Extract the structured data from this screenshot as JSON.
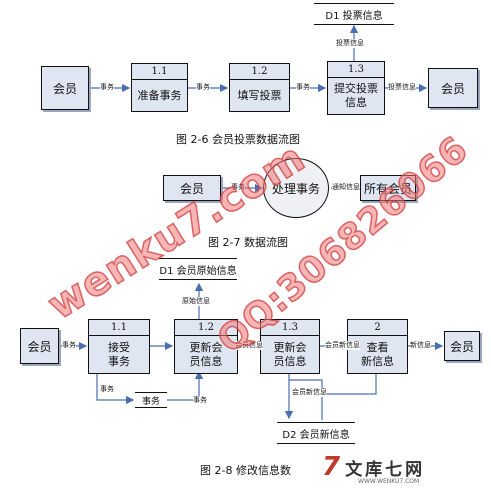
{
  "fig26": {
    "caption": "图 2-6  会员投票数据流图",
    "member_left": "会员",
    "member_right": "会员",
    "p1": {
      "num": "1.1",
      "name": "准备事务"
    },
    "p2": {
      "num": "1.2",
      "name": "填写投票"
    },
    "p3": {
      "num": "1.3",
      "name": "提交投票\n信息"
    },
    "store": "D1 投票信息",
    "flows": {
      "a": "事务",
      "b": "事务",
      "c": "事务",
      "d": "投票信息",
      "e": "投票信息"
    }
  },
  "fig27": {
    "caption": "图 2-7  数据流图",
    "member_left": "会员",
    "process": "处理事务",
    "member_right": "所有会员",
    "flows": {
      "a": "事务",
      "b": "通知信息"
    }
  },
  "fig28": {
    "caption": "图 2-8  修改信息数",
    "member_left": "会员",
    "member_right": "会员",
    "p1": {
      "num": "1.1",
      "name": "接受\n事务"
    },
    "p2": {
      "num": "1.2",
      "name": "更新会\n员信息"
    },
    "p3": {
      "num": "1.3",
      "name": "更新会\n员信息"
    },
    "p4": {
      "num": "2",
      "name": "查看\n新信息"
    },
    "store_top": "D1 会员原始信息",
    "store_bottom": "D2 会员新信息",
    "store_mid": "事务",
    "flows": {
      "a": "事务",
      "b": "原始信息",
      "c": "会员信息",
      "d": "会员新信息",
      "e": "新信息",
      "f": "会员新信息",
      "g": "事务",
      "h": "事务"
    }
  },
  "watermark": {
    "line1": "wenku7.com",
    "line2": "QQ:306826066"
  },
  "logo": {
    "text": "文库七网",
    "sub": "WWW.WENKU7.COM"
  }
}
